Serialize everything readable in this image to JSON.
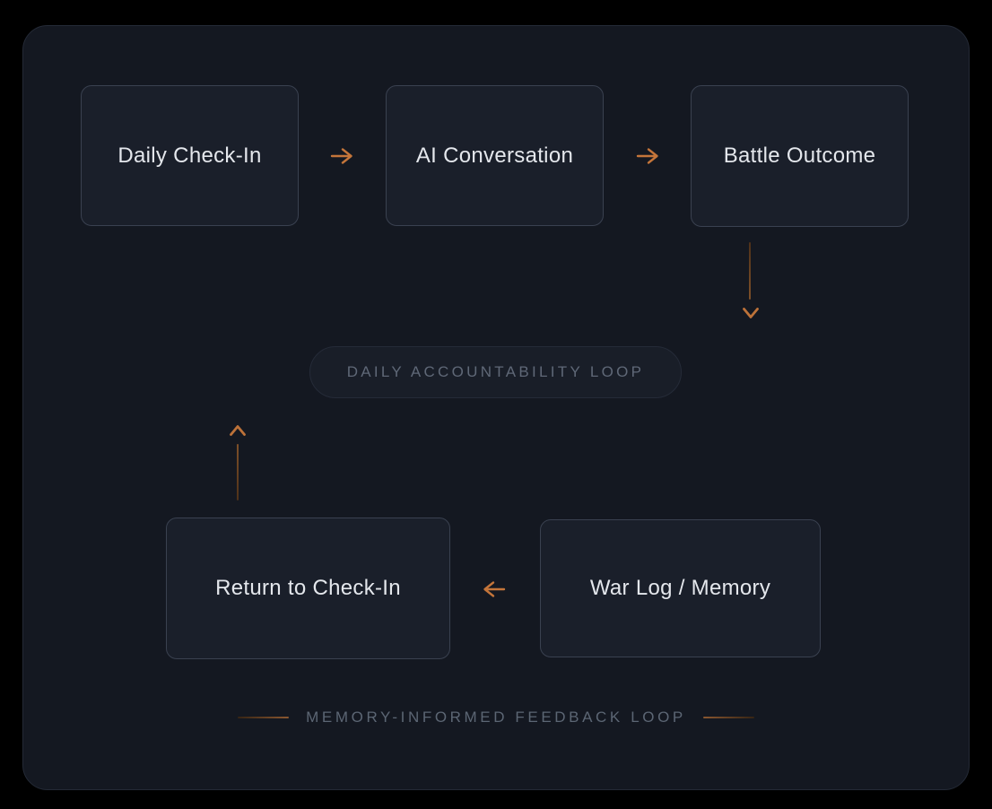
{
  "page": {
    "background_color": "#000000"
  },
  "card": {
    "background_color": "#141821",
    "border_color": "#242a36"
  },
  "colors": {
    "node_background": "#1a1f2a",
    "node_border": "#3a4150",
    "node_text": "#e4e7ec",
    "arrow_orange": "#c4753a",
    "connector_brown": "#6e4523",
    "muted_label": "#5e6776",
    "dash_brown": "#8a5730"
  },
  "nodes": [
    {
      "id": "daily-check-in",
      "label": "Daily Check-In"
    },
    {
      "id": "ai-conversation",
      "label": "AI Conversation"
    },
    {
      "id": "battle-outcome",
      "label": "Battle Outcome"
    },
    {
      "id": "return-to-check-in",
      "label": "Return to Check-In"
    },
    {
      "id": "war-log-memory",
      "label": "War Log / Memory"
    }
  ],
  "badges": {
    "daily_loop": "DAILY ACCOUNTABILITY LOOP",
    "feedback_loop": "MEMORY-INFORMED FEEDBACK LOOP"
  },
  "icons": {
    "arrow_right": "arrow-right",
    "arrow_left": "arrow-left",
    "chevron_down": "chevron-down",
    "chevron_up": "chevron-up"
  }
}
